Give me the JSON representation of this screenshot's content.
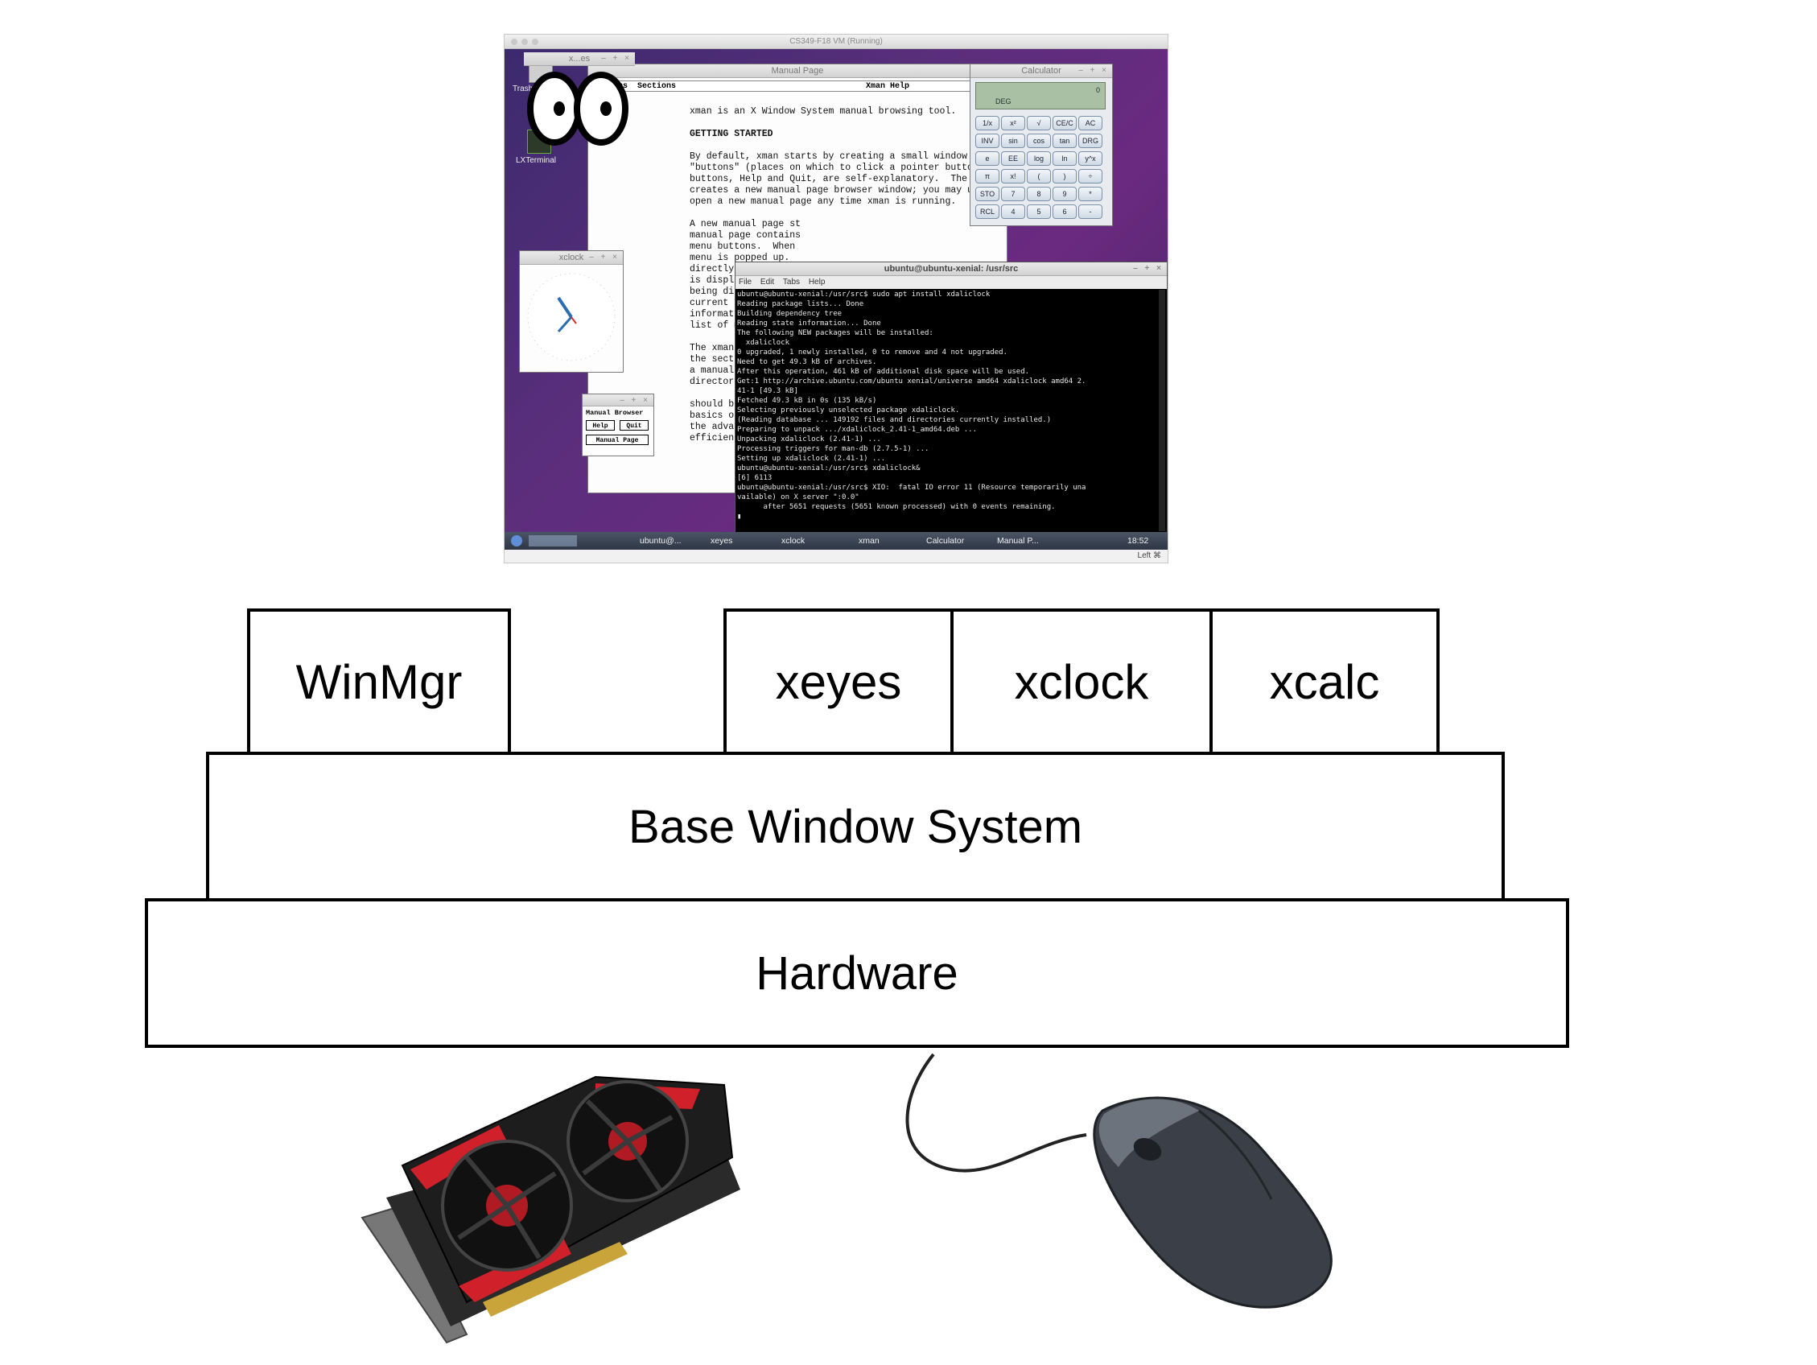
{
  "screenshot": {
    "vm_title": "CS349-F18 VM (Running)",
    "desktop_icons": [
      {
        "label": "Trash"
      },
      {
        "label": "LXTerminal"
      }
    ],
    "xeyes_title": "x...es",
    "xman_window": {
      "title": "Manual Page",
      "menu": [
        "Options",
        "Sections"
      ],
      "header_right": "Xman Help",
      "lines": [
        "xman is an X Window System manual browsing tool.",
        "",
        "GETTING STARTED",
        "",
        "By default, xman starts by creating a small window that",
        "\"buttons\" (places on which to click a pointer button).",
        "buttons, Help and Quit, are self-explanatory.  The thir",
        "creates a new manual page browser window; you may use t",
        "open a new manual page any time xman is running.",
        "",
        "A new manual page st",
        "manual page contains",
        "menu buttons.  When ",
        "menu is popped up.",
        "directly to the righ",
        "is display usually",
        "being displayed.  It",
        "current version of ",
        "information display",
        "list of manual pages",
        "",
        "The xman pull dow",
        "the section is ",
        "a manual page t",
        "directory listing wi",
        "",
        "should be enoug",
        "basics of how to use",
        "the advanced feature",
        "efficient."
      ]
    },
    "calculator": {
      "title": "Calculator",
      "display_mode": "DEG",
      "display_value": "0",
      "rows": [
        [
          "1/x",
          "x²",
          "√",
          "CE/C",
          "AC"
        ],
        [
          "INV",
          "sin",
          "cos",
          "tan",
          "DRG"
        ],
        [
          "e",
          "EE",
          "log",
          "ln",
          "y^x"
        ],
        [
          "π",
          "x!",
          "(",
          ")",
          "÷"
        ],
        [
          "STO",
          "7",
          "8",
          "9",
          "*"
        ],
        [
          "RCL",
          "4",
          "5",
          "6",
          "-"
        ]
      ]
    },
    "xclock_title": "xclock",
    "manual_browser": {
      "title": "Manual Browser",
      "help": "Help",
      "quit": "Quit",
      "manual_page": "Manual Page"
    },
    "terminal": {
      "title": "ubuntu@ubuntu-xenial: /usr/src",
      "menu": [
        "File",
        "Edit",
        "Tabs",
        "Help"
      ],
      "lines": [
        "ubuntu@ubuntu-xenial:/usr/src$ sudo apt install xdaliclock",
        "Reading package lists... Done",
        "Building dependency tree",
        "Reading state information... Done",
        "The following NEW packages will be installed:",
        "  xdaliclock",
        "0 upgraded, 1 newly installed, 0 to remove and 4 not upgraded.",
        "Need to get 49.3 kB of archives.",
        "After this operation, 461 kB of additional disk space will be used.",
        "Get:1 http://archive.ubuntu.com/ubuntu xenial/universe amd64 xdaliclock amd64 2.",
        "41-1 [49.3 kB]",
        "Fetched 49.3 kB in 0s (135 kB/s)",
        "Selecting previously unselected package xdaliclock.",
        "(Reading database ... 149192 files and directories currently installed.)",
        "Preparing to unpack .../xdaliclock_2.41-1_amd64.deb ...",
        "Unpacking xdaliclock (2.41-1) ...",
        "Processing triggers for man-db (2.7.5-1) ...",
        "Setting up xdaliclock (2.41-1) ...",
        "ubuntu@ubuntu-xenial:/usr/src$ xdaliclock&",
        "[6] 6113",
        "ubuntu@ubuntu-xenial:/usr/src$ XIO:  fatal IO error 11 (Resource temporarily una",
        "vailable) on X server \":0.0\"",
        "      after 5651 requests (5651 known processed) with 0 events remaining.",
        "▮"
      ]
    },
    "taskbar": {
      "items": [
        "ubuntu@...",
        "xeyes",
        "xclock",
        "xman",
        "Calculator",
        "Manual P..."
      ],
      "time": "18:52",
      "host_key": "Left ⌘"
    }
  },
  "diagram": {
    "top_layer": [
      "WinMgr",
      "xeyes",
      "xclock",
      "xcalc"
    ],
    "middle_layer": "Base Window System",
    "bottom_layer": "Hardware"
  },
  "illustrations": {
    "graphics_card": "graphics-card-icon",
    "mouse": "computer-mouse-icon"
  }
}
